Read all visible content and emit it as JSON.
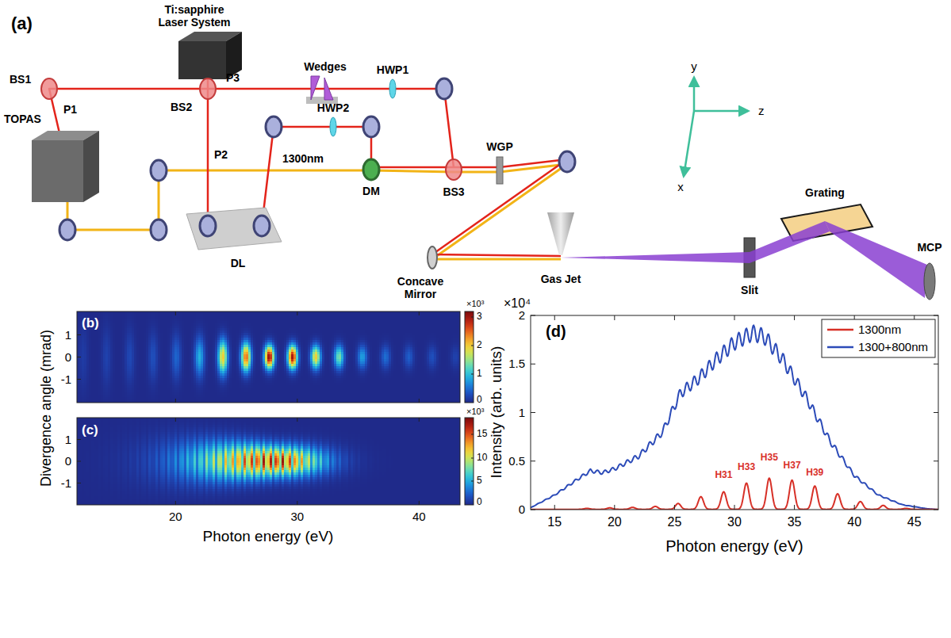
{
  "diagram": {
    "labels": [
      "(a)",
      "Ti:sapphire Laser System",
      "BS1",
      "P1",
      "TOPAS",
      "BS2",
      "P2",
      "P3",
      "Wedges",
      "HWP1",
      "HWP2",
      "1300nm",
      "DM",
      "DL",
      "BS3",
      "WGP",
      "Concave Mirror",
      "Gas Jet",
      "Slit",
      "Grating",
      "MCP",
      "y",
      "z",
      "x",
      "(b)",
      "1",
      "0",
      "-1",
      "×10³",
      "3",
      "2",
      "1",
      "0",
      "(c)",
      "1",
      "0",
      "-1",
      "×10³",
      "15",
      "10",
      "5",
      "0",
      "20",
      "30",
      "40",
      "Divergence angle (mrad)",
      "Photon energy (eV)",
      "×10⁴",
      "(d)",
      "0",
      "0.5",
      "1",
      "1.5",
      "2",
      "Intensity (arb. units)",
      "15",
      "20",
      "25",
      "30",
      "35",
      "40",
      "45",
      "Photon energy (eV)",
      "H31",
      "H33",
      "H35",
      "H37",
      "H39"
    ],
    "legend": [
      {
        "text": "1300nm"
      },
      {
        "text": "1300+800nm"
      }
    ]
  }
}
